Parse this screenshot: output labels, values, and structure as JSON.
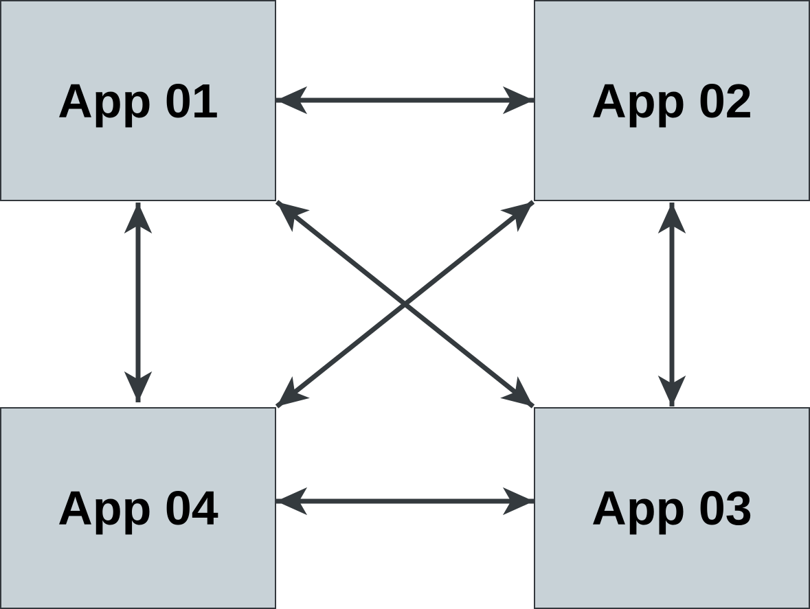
{
  "diagram": {
    "type": "network-mesh",
    "nodes": [
      {
        "id": "app-01",
        "label": "App 01",
        "position": "top-left"
      },
      {
        "id": "app-02",
        "label": "App 02",
        "position": "top-right"
      },
      {
        "id": "app-03",
        "label": "App 03",
        "position": "bottom-right"
      },
      {
        "id": "app-04",
        "label": "App 04",
        "position": "bottom-left"
      }
    ],
    "edges": [
      {
        "from": "app-01",
        "to": "app-02",
        "bidirectional": true
      },
      {
        "from": "app-04",
        "to": "app-03",
        "bidirectional": true
      },
      {
        "from": "app-01",
        "to": "app-04",
        "bidirectional": true
      },
      {
        "from": "app-02",
        "to": "app-03",
        "bidirectional": true
      },
      {
        "from": "app-01",
        "to": "app-03",
        "bidirectional": true
      },
      {
        "from": "app-02",
        "to": "app-04",
        "bidirectional": true
      }
    ],
    "colors": {
      "background": "#ffffff",
      "node_fill": "#c8d2d7",
      "node_border": "#33383d",
      "arrow_color": "#343a3e",
      "text_color": "#000000"
    }
  }
}
